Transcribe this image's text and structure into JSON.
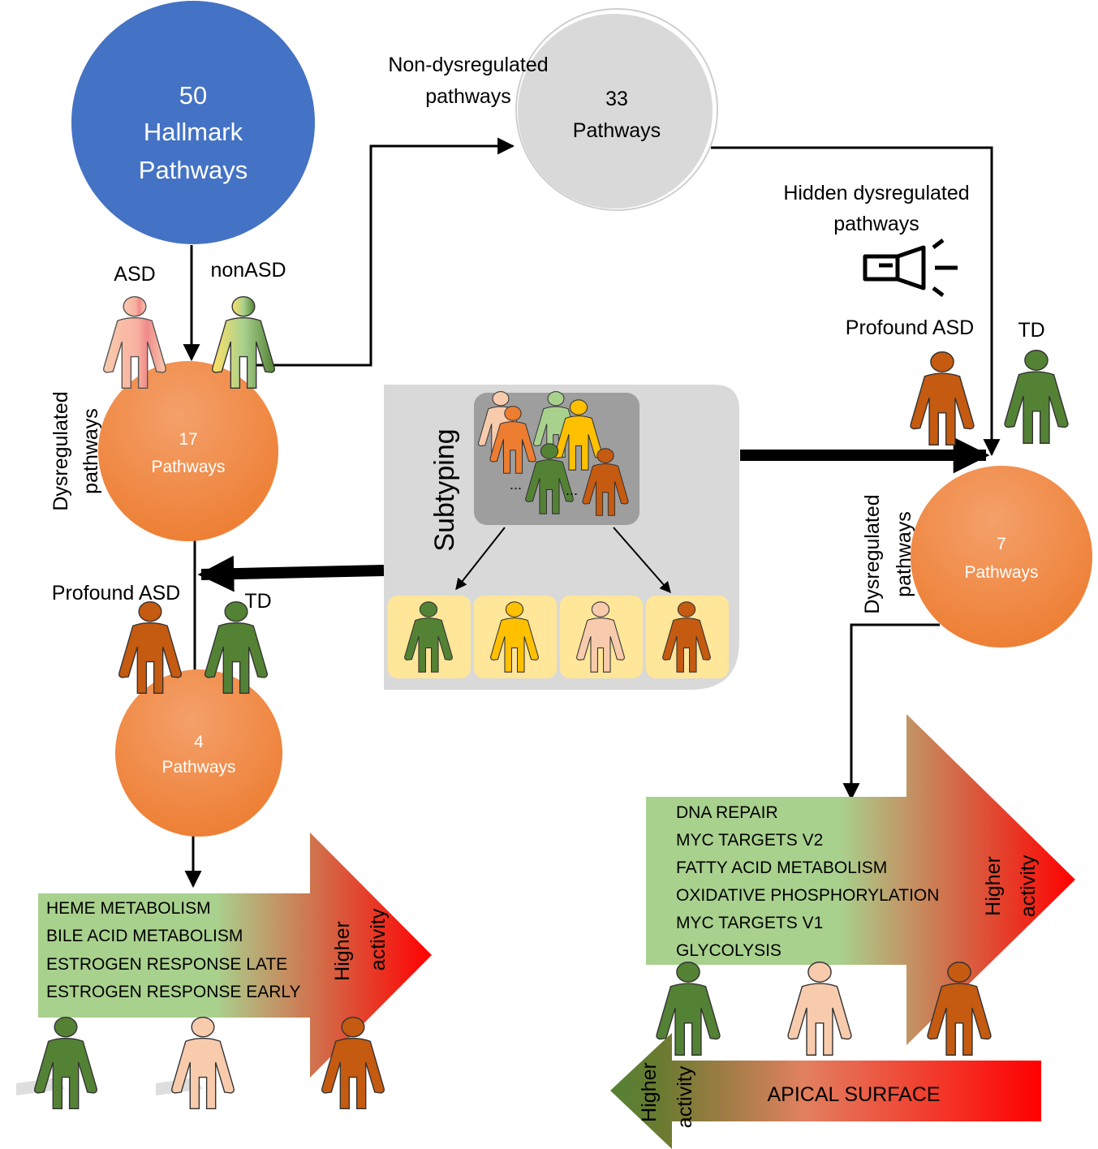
{
  "nodes": {
    "hallmark": {
      "line1": "50",
      "line2": "Hallmark",
      "line3": "Pathways"
    },
    "non_dysregulated": {
      "line1": "33",
      "line2": "Pathways"
    },
    "dys17": {
      "line1": "17",
      "line2": "Pathways"
    },
    "four": {
      "line1": "4",
      "line2": "Pathways"
    },
    "seven": {
      "line1": "7",
      "line2": "Pathways"
    }
  },
  "labels": {
    "non_dysregulated_1": "Non-dysregulated",
    "non_dysregulated_2": "pathways",
    "hidden_1": "Hidden dysregulated",
    "hidden_2": "pathways",
    "asd": "ASD",
    "nonasd": "nonASD",
    "profound_asd_right": "Profound ASD",
    "td_right": "TD",
    "profound_asd_left": "Profound ASD",
    "td_left": "TD",
    "dysregulated_left_1": "Dysregulated",
    "dysregulated_left_2": "pathways",
    "dysregulated_right_1": "Dysregulated",
    "dysregulated_right_2": "pathways",
    "subtyping": "Subtyping",
    "higher": "Higher",
    "activity": "activity",
    "ellipsis": "..."
  },
  "left_pathways": [
    "HEME METABOLISM",
    "BILE ACID METABOLISM",
    "ESTROGEN RESPONSE LATE",
    "ESTROGEN RESPONSE EARLY"
  ],
  "right_pathways": [
    "DNA REPAIR",
    "MYC TARGETS V2",
    "FATTY ACID METABOLISM",
    "OXIDATIVE PHOSPHORYLATION",
    "MYC TARGETS V1",
    "GLYCOLYSIS"
  ],
  "apical": "APICAL SURFACE",
  "colors": {
    "hallmark_blue": "#4472c4",
    "grey_circle": "#d9d9d9",
    "orange": "#ed7d31",
    "dark_orange": "#c55a11",
    "green": "#548235",
    "light_green": "#a9d18e",
    "yellow": "#ffc000",
    "peach": "#f8cbad",
    "arrow_green": "#a9d18e",
    "arrow_red": "#ff0000"
  }
}
